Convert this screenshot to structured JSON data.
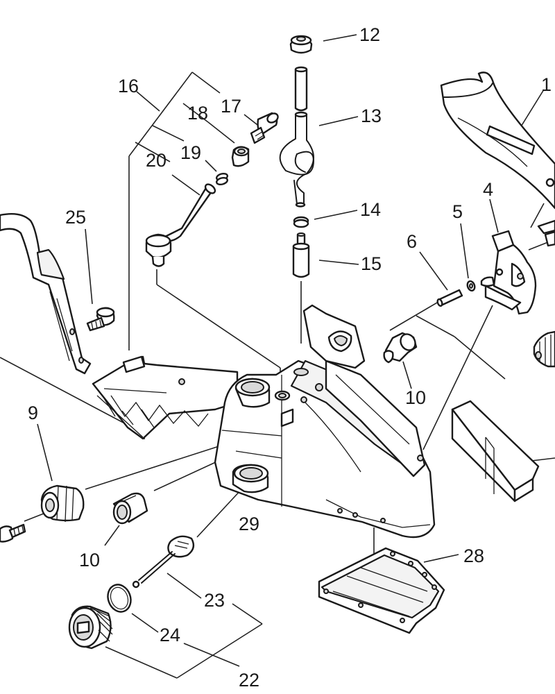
{
  "diagram": {
    "callouts": [
      {
        "id": "c1",
        "text": "1"
      },
      {
        "id": "c4",
        "text": "4"
      },
      {
        "id": "c5",
        "text": "5"
      },
      {
        "id": "c6",
        "text": "6"
      },
      {
        "id": "c9",
        "text": "9"
      },
      {
        "id": "c10a",
        "text": "10"
      },
      {
        "id": "c10b",
        "text": "10"
      },
      {
        "id": "c12",
        "text": "12"
      },
      {
        "id": "c13",
        "text": "13"
      },
      {
        "id": "c14",
        "text": "14"
      },
      {
        "id": "c15",
        "text": "15"
      },
      {
        "id": "c16",
        "text": "16"
      },
      {
        "id": "c17",
        "text": "17"
      },
      {
        "id": "c18",
        "text": "18"
      },
      {
        "id": "c19",
        "text": "19"
      },
      {
        "id": "c20",
        "text": "20"
      },
      {
        "id": "c22",
        "text": "22"
      },
      {
        "id": "c23",
        "text": "23"
      },
      {
        "id": "c24",
        "text": "24"
      },
      {
        "id": "c25",
        "text": "25"
      },
      {
        "id": "c28",
        "text": "28"
      },
      {
        "id": "c29",
        "text": "29"
      }
    ]
  }
}
